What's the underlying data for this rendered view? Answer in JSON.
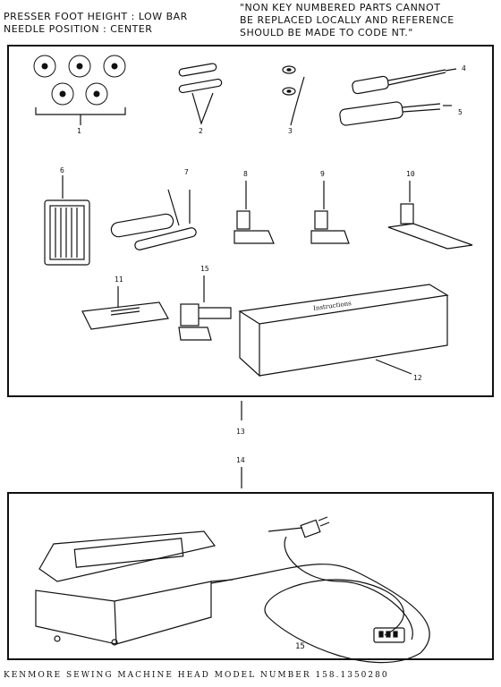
{
  "header": {
    "left_line1": "PRESSER FOOT HEIGHT : LOW BAR",
    "left_line2": "NEEDLE POSITION : CENTER",
    "right_line1": "\"NON KEY NUMBERED PARTS CANNOT",
    "right_line2": "BE REPLACED LOCALLY AND REFERENCE",
    "right_line3": "SHOULD BE MADE TO CODE NT.\""
  },
  "callouts": {
    "c1": "1",
    "c2": "2",
    "c3": "3",
    "c4": "4",
    "c5": "5",
    "c6": "6",
    "c7": "7",
    "c8": "8",
    "c9": "9",
    "c10": "10",
    "c11": "11",
    "c12": "12",
    "c13": "13",
    "c14": "14",
    "c15": "15",
    "c15b": "15"
  },
  "box_text": "Instructions",
  "footer": "KENMORE SEWING MACHINE HEAD MODEL NUMBER 158.1350280"
}
